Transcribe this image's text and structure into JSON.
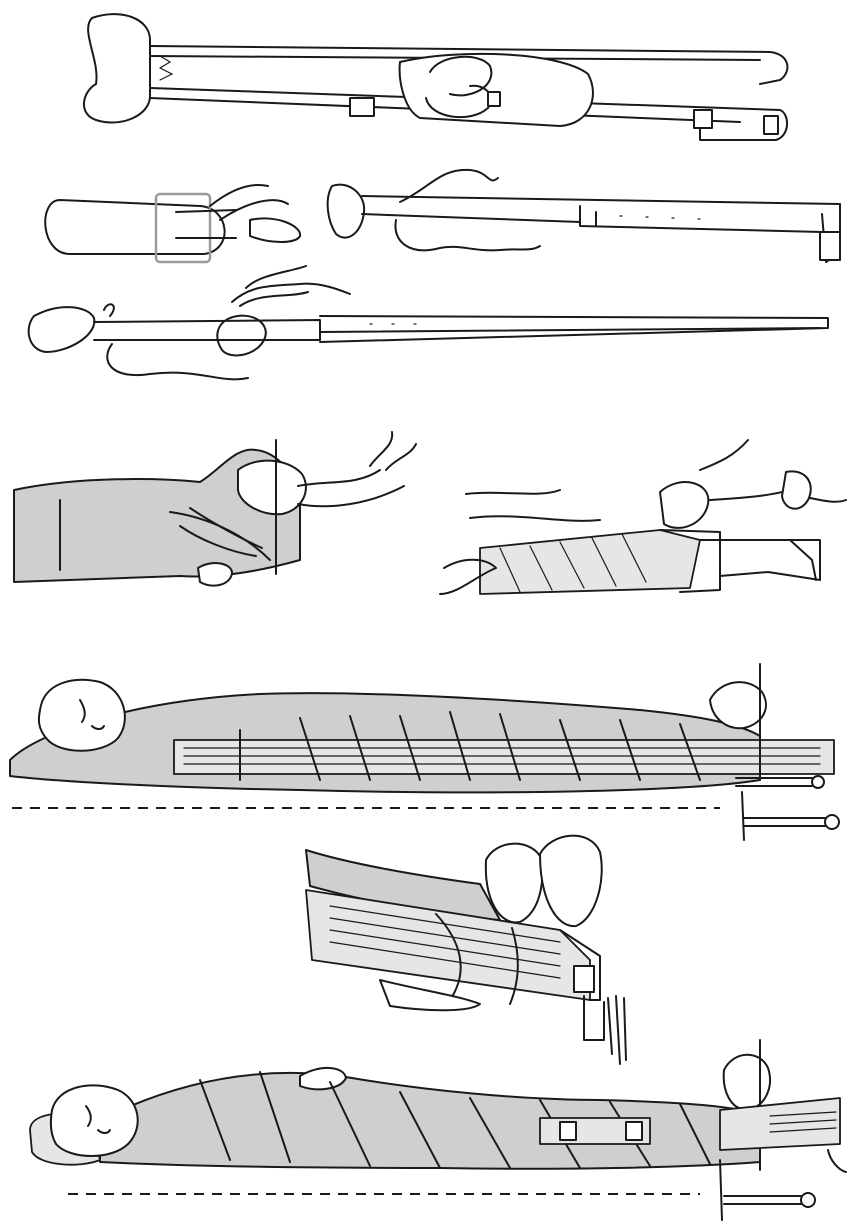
{
  "figure": {
    "panels": [
      {
        "id": "splint-assembled"
      },
      {
        "id": "splint-parts-pad-and-half"
      },
      {
        "id": "splint-extended-with-ties"
      },
      {
        "id": "traction-applied-and-leg-placed"
      },
      {
        "id": "patient-secured-lateral-view"
      },
      {
        "id": "foot-end-detail"
      },
      {
        "id": "patient-secured-final"
      }
    ],
    "colors": {
      "line": "#1a1a1a",
      "fill_shade": "#cfcfcf",
      "fill_light": "#e6e6e6",
      "background": "#ffffff"
    }
  }
}
